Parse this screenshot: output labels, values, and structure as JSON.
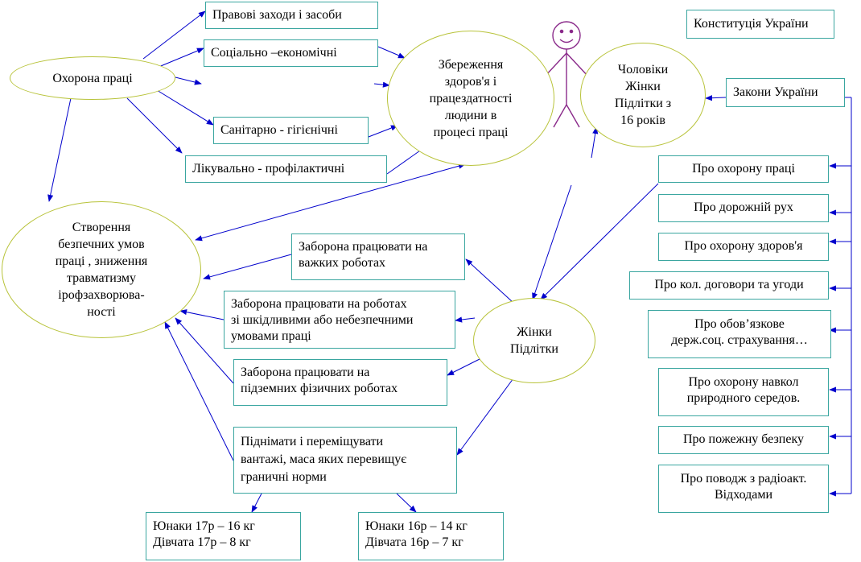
{
  "ellipses": {
    "labour_protection": "Охорона праці",
    "health_preservation": [
      "Збереження",
      "здоров'я і",
      "працездатності",
      "людини в",
      "процесі праці"
    ],
    "men_women": [
      "Чоловіки",
      "Жінки",
      "Підлітки з",
      "16 років"
    ],
    "safe_conditions": [
      "Створення",
      "безпечних умов",
      "праці , зниження",
      "травматизму",
      "ірофзахворюва-",
      "ності"
    ],
    "women_teens": [
      "Жінки",
      "Підлітки"
    ]
  },
  "measures": [
    "Правові заходи і засоби",
    "Соціально –економічні",
    "Санітарно - гігієнічні",
    "Лікувально - профілактичні"
  ],
  "constitution": "Конституція України",
  "laws_title": "Закони України",
  "laws": [
    [
      "Про охорону праці"
    ],
    [
      "Про дорожній рух"
    ],
    [
      "Про охорону здоров'я"
    ],
    [
      "Про кол. договори та угоди"
    ],
    [
      "Про обов’язкове",
      "держ.соц. страхування…"
    ],
    [
      "Про охорону навкол",
      "природного середов."
    ],
    [
      "Про пожежну безпеку"
    ],
    [
      "Про поводж з радіоакт.",
      "Відходами"
    ]
  ],
  "prohibitions": [
    [
      "Заборона працювати на",
      "важких роботах"
    ],
    [
      "Заборона працювати на роботах",
      "зі шкідливими або небезпечними",
      "умовами праці"
    ],
    [
      "Заборона працювати на",
      "підземних фізичних  роботах"
    ],
    [
      "Піднімати і переміщувати",
      "вантажі, маса яких перевищує",
      "граничні норми"
    ]
  ],
  "limits": {
    "age17": [
      "Юнаки 17р – 16 кг",
      "Дівчата 17р – 8 кг"
    ],
    "age16": [
      "Юнаки 16р – 14 кг",
      "Дівчата 16р – 7 кг"
    ]
  },
  "colors": {
    "box_border": "#3aa6a0",
    "ellipse_border": "#b8c33a",
    "arrow": "#0000cc",
    "figure": "#8a2a8a"
  },
  "figure_icon": "stick-figure-person-icon"
}
